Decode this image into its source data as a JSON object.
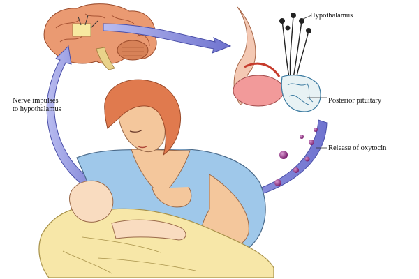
{
  "labels": {
    "hypothalamus": "Hypothalamus",
    "posterior_pituitary": "Posterior pituitary",
    "release_of_oxytocin": "Release of oxytocin",
    "nerve_impulses_line1": "Nerve impulses",
    "nerve_impulses_line2": "to hypothalamus"
  },
  "colors": {
    "arrow": "#8b8fd8",
    "arrow_edge": "#4a4fa8",
    "oxytocin_droplet": "#8a2a7e",
    "brain": "#e8956a",
    "skin": "#f4c79c",
    "hair": "#e07a4e",
    "blouse": "#9cc6e8",
    "blanket": "#f7e7a8",
    "pituitary": "#f2a0a0"
  }
}
